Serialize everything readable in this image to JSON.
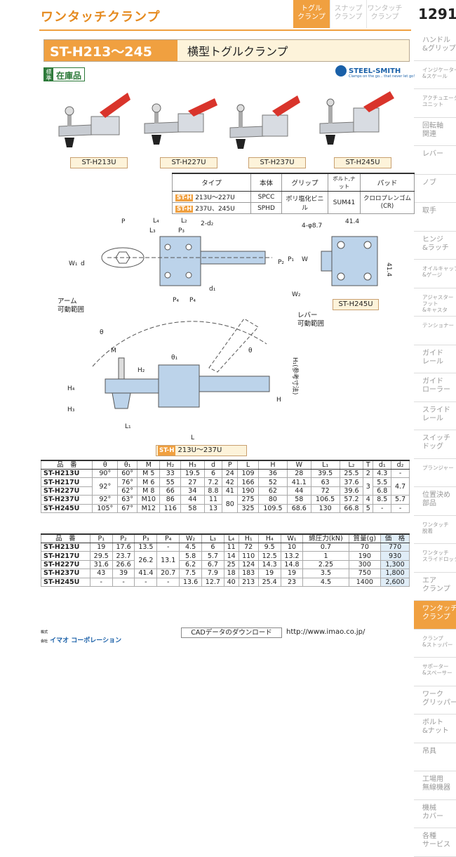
{
  "header": {
    "title": "ワンタッチクランプ",
    "tabs": [
      {
        "label": "トグル\nクランプ",
        "active": true
      },
      {
        "label": "スナップ\nクランプ",
        "active": false
      },
      {
        "label": "ワンタッチ\nクランプ",
        "active": false
      }
    ],
    "page": "1291"
  },
  "sidebar": [
    {
      "label": "ハンドル\n&グリップ",
      "small": false
    },
    {
      "label": "インジケーター\n&スケール",
      "small": true
    },
    {
      "label": "アクチュエータ\nユニット",
      "small": true
    },
    {
      "label": "回転軸\n関連",
      "small": false
    },
    {
      "label": "レバー",
      "small": false
    },
    {
      "label": "ノブ",
      "small": false
    },
    {
      "label": "取手",
      "small": false
    },
    {
      "label": "ヒンジ\n&ラッチ",
      "small": false
    },
    {
      "label": "オイルキャップ\n&ゲージ",
      "small": true
    },
    {
      "label": "アジャスター\nフット\n&キャスタ",
      "small": true
    },
    {
      "label": "テンショナー",
      "small": true
    },
    {
      "label": "ガイド\nレール",
      "small": false
    },
    {
      "label": "ガイド\nローラー",
      "small": false
    },
    {
      "label": "スライド\nレール",
      "small": false
    },
    {
      "label": "スイッチ\nドッグ",
      "small": false
    },
    {
      "label": "プランジャー",
      "small": true
    },
    {
      "label": "位置決め\n部品",
      "small": false
    },
    {
      "label": "ワンタッチ\n脱着",
      "small": true
    },
    {
      "label": "ワンタッチ\nスライドロック",
      "small": true
    },
    {
      "label": "エア\nクランプ",
      "small": false
    },
    {
      "label": "ワンタッチ\nクランプ",
      "small": false,
      "active": true
    },
    {
      "label": "クランプ\n&ストッパー",
      "small": true
    },
    {
      "label": "サポーター\n&スペーサー",
      "small": true
    },
    {
      "label": "ワーク\nグリッパー",
      "small": false
    },
    {
      "label": "ボルト\n&ナット",
      "small": false
    },
    {
      "label": "吊具",
      "small": false
    },
    {
      "label": "工場用\n無線機器",
      "small": false
    },
    {
      "label": "機械\nカバー",
      "small": false
    },
    {
      "label": "各種\nサービス",
      "small": false
    }
  ],
  "product": {
    "code": "ST-H213〜245",
    "name": "横型トグルクランプ"
  },
  "stock": {
    "label": "標準",
    "value": "在庫品"
  },
  "brand": {
    "name": "STEEL-SMITH",
    "tagline": "Clamps on the go... that never let go!"
  },
  "models": [
    "ST-H213U",
    "ST-H227U",
    "ST-H237U",
    "ST-H245U"
  ],
  "spec_table": {
    "headers": [
      "タイプ",
      "本体",
      "グリップ",
      "ボルト,ナット",
      "パッド"
    ],
    "rows": [
      {
        "badge": "ST-H",
        "type": "213U〜227U",
        "body": "SPCC"
      },
      {
        "badge": "ST-H",
        "type": "237U、245U",
        "body": "SPHD"
      }
    ],
    "grip": "ポリ塩化ビニル",
    "bolt": "SUM41",
    "pad": "クロロプレンゴム\n(CR)"
  },
  "drawing": {
    "labels": {
      "arm_range": "アーム\n可動範囲",
      "lever_range": "レバー\n可動範囲",
      "ref_dim": "H₁(参考寸法)",
      "holes": "4-φ8.7",
      "dim_414": "41.4",
      "dim_414v": "41.4",
      "d2": "2-d₂"
    },
    "top_model": "ST-H245U",
    "applies_badge": "ST-H",
    "applies": "213U〜237U"
  },
  "table1": {
    "headers": [
      "品　番",
      "θ",
      "θ₁",
      "M",
      "H₂",
      "H₃",
      "d",
      "P",
      "L",
      "H",
      "W",
      "L₁",
      "L₂",
      "T",
      "d₁",
      "d₂"
    ],
    "rows": [
      [
        "ST-H213U",
        "90°",
        "60°",
        "M 5",
        "33",
        "19.5",
        "6",
        "24",
        "109",
        "36",
        "28",
        "39.5",
        "25.5",
        "2",
        "4.3",
        "-"
      ],
      [
        "ST-H217U",
        "92°",
        "76°",
        "M 6",
        "55",
        "27",
        "7.2",
        "42",
        "166",
        "52",
        "41.1",
        "63",
        "37.6",
        "3",
        "5.5",
        "4.7"
      ],
      [
        "ST-H227U",
        "",
        "62°",
        "M 8",
        "66",
        "34",
        "8.8",
        "41",
        "190",
        "62",
        "44",
        "72",
        "39.6",
        "",
        "6.8",
        ""
      ],
      [
        "ST-H237U",
        "92°",
        "63°",
        "M10",
        "86",
        "44",
        "11",
        "80",
        "275",
        "80",
        "58",
        "106.5",
        "57.2",
        "4",
        "8.5",
        "5.7"
      ],
      [
        "ST-H245U",
        "105°",
        "67°",
        "M12",
        "116",
        "58",
        "13",
        "",
        "325",
        "109.5",
        "68.6",
        "130",
        "66.8",
        "5",
        "-",
        "-"
      ]
    ]
  },
  "table2": {
    "headers": [
      "品　番",
      "P₁",
      "P₂",
      "P₃",
      "P₄",
      "W₂",
      "L₃",
      "L₄",
      "H₁",
      "H₄",
      "W₁",
      "締圧力(kN)",
      "質量(g)",
      "価　格"
    ],
    "rows": [
      [
        "ST-H213U",
        "19",
        "17.6",
        "13.5",
        "-",
        "4.5",
        "6",
        "11",
        "72",
        "9.5",
        "10",
        "0.7",
        "70",
        "770"
      ],
      [
        "ST-H217U",
        "29.5",
        "23.7",
        "26.2",
        "13.1",
        "5.8",
        "5.7",
        "14",
        "110",
        "12.5",
        "13.2",
        "1",
        "190",
        "930"
      ],
      [
        "ST-H227U",
        "31.6",
        "26.6",
        "",
        "",
        "6.2",
        "6.7",
        "25",
        "124",
        "14.3",
        "14.8",
        "2.25",
        "300",
        "1,300"
      ],
      [
        "ST-H237U",
        "43",
        "39",
        "41.4",
        "20.7",
        "7.5",
        "7.9",
        "18",
        "183",
        "19",
        "19",
        "3.5",
        "750",
        "1,800"
      ],
      [
        "ST-H245U",
        "-",
        "-",
        "-",
        "-",
        "13.6",
        "12.7",
        "40",
        "213",
        "25.4",
        "23",
        "4.5",
        "1400",
        "2,600"
      ]
    ]
  },
  "footer": {
    "company_prefix": "株式\n会社",
    "company": "イマオ コーポレーション",
    "cad": "CADデータのダウンロード",
    "url": "http://www.imao.co.jp/"
  }
}
